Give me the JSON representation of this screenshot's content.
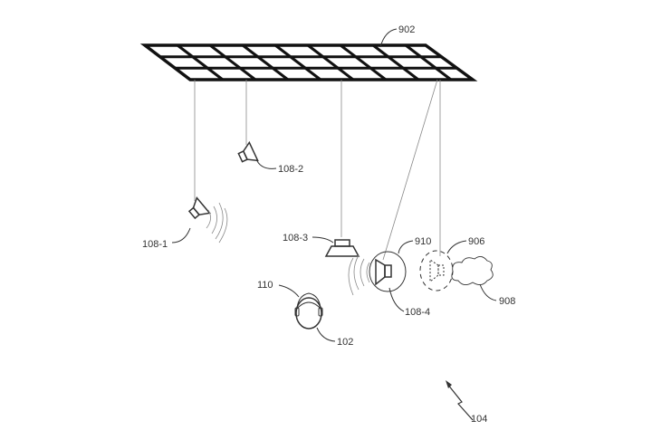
{
  "labels": {
    "grid": "902",
    "spk1": "108-1",
    "spk2": "108-2",
    "spk3": "108-3",
    "spk4": "108-4",
    "listener": "102",
    "head": "110",
    "box": "910",
    "virtual": "906",
    "cloud": "908",
    "system": "104"
  },
  "colors": {
    "line": "#333333",
    "grid": "#111111",
    "background": "#ffffff"
  }
}
